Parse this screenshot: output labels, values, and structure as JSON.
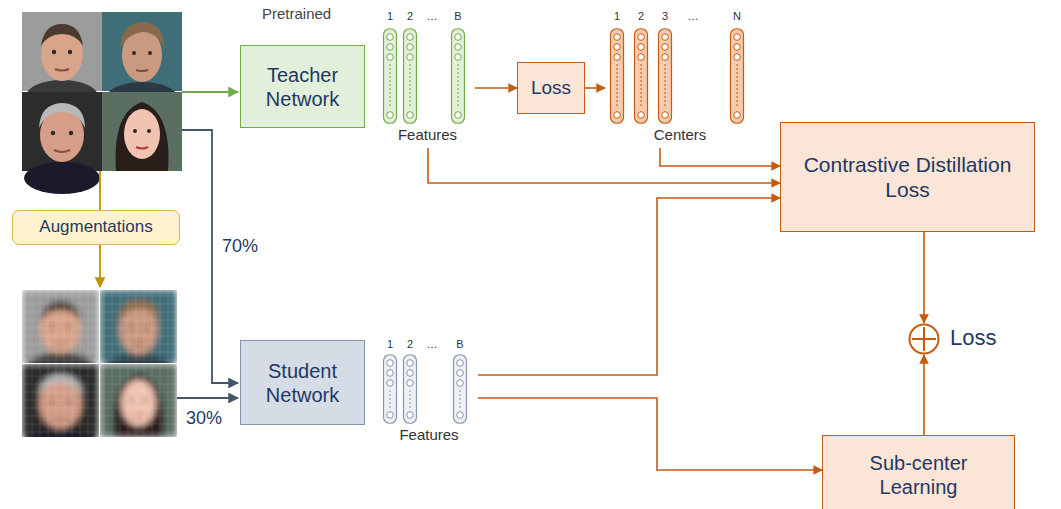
{
  "diagram": {
    "nodes": [
      {
        "text": [
          "Teacher Network"
        ]
      },
      {
        "text": [
          "1",
          "2",
          "…",
          "B",
          "Features"
        ]
      },
      {
        "text": [
          "Loss"
        ]
      },
      {
        "text": [
          "1",
          "2",
          "3",
          "…",
          "N",
          "Centers"
        ]
      },
      {
        "text": [
          "Contrastive Distillation Loss"
        ]
      },
      {
        "text": [
          "Augmentations"
        ]
      },
      {
        "text": [
          "Student Network"
        ]
      },
      {
        "text": [
          "1",
          "2",
          "…",
          "B",
          "Features"
        ]
      },
      {
        "text": [
          "Loss"
        ]
      },
      {
        "text": [
          "Sub-center Learning"
        ]
      }
    ],
    "edges": [
      {
        "from": 1,
        "to": 2,
        "arrow": "to"
      },
      {
        "from": 2,
        "to": 3,
        "arrow": "to"
      },
      {
        "from": 1,
        "to": 4,
        "arrow": "to"
      },
      {
        "from": 3,
        "to": 4,
        "arrow": "to"
      },
      {
        "from": 7,
        "to": 4,
        "arrow": "to"
      },
      {
        "from": 7,
        "to": 9,
        "arrow": "to"
      },
      {
        "from": 4,
        "to": 8,
        "arrow": "to"
      },
      {
        "from": 9,
        "to": 8,
        "arrow": "to"
      }
    ],
    "labels": [
      "Pretrained",
      "70%",
      "30%"
    ]
  }
}
